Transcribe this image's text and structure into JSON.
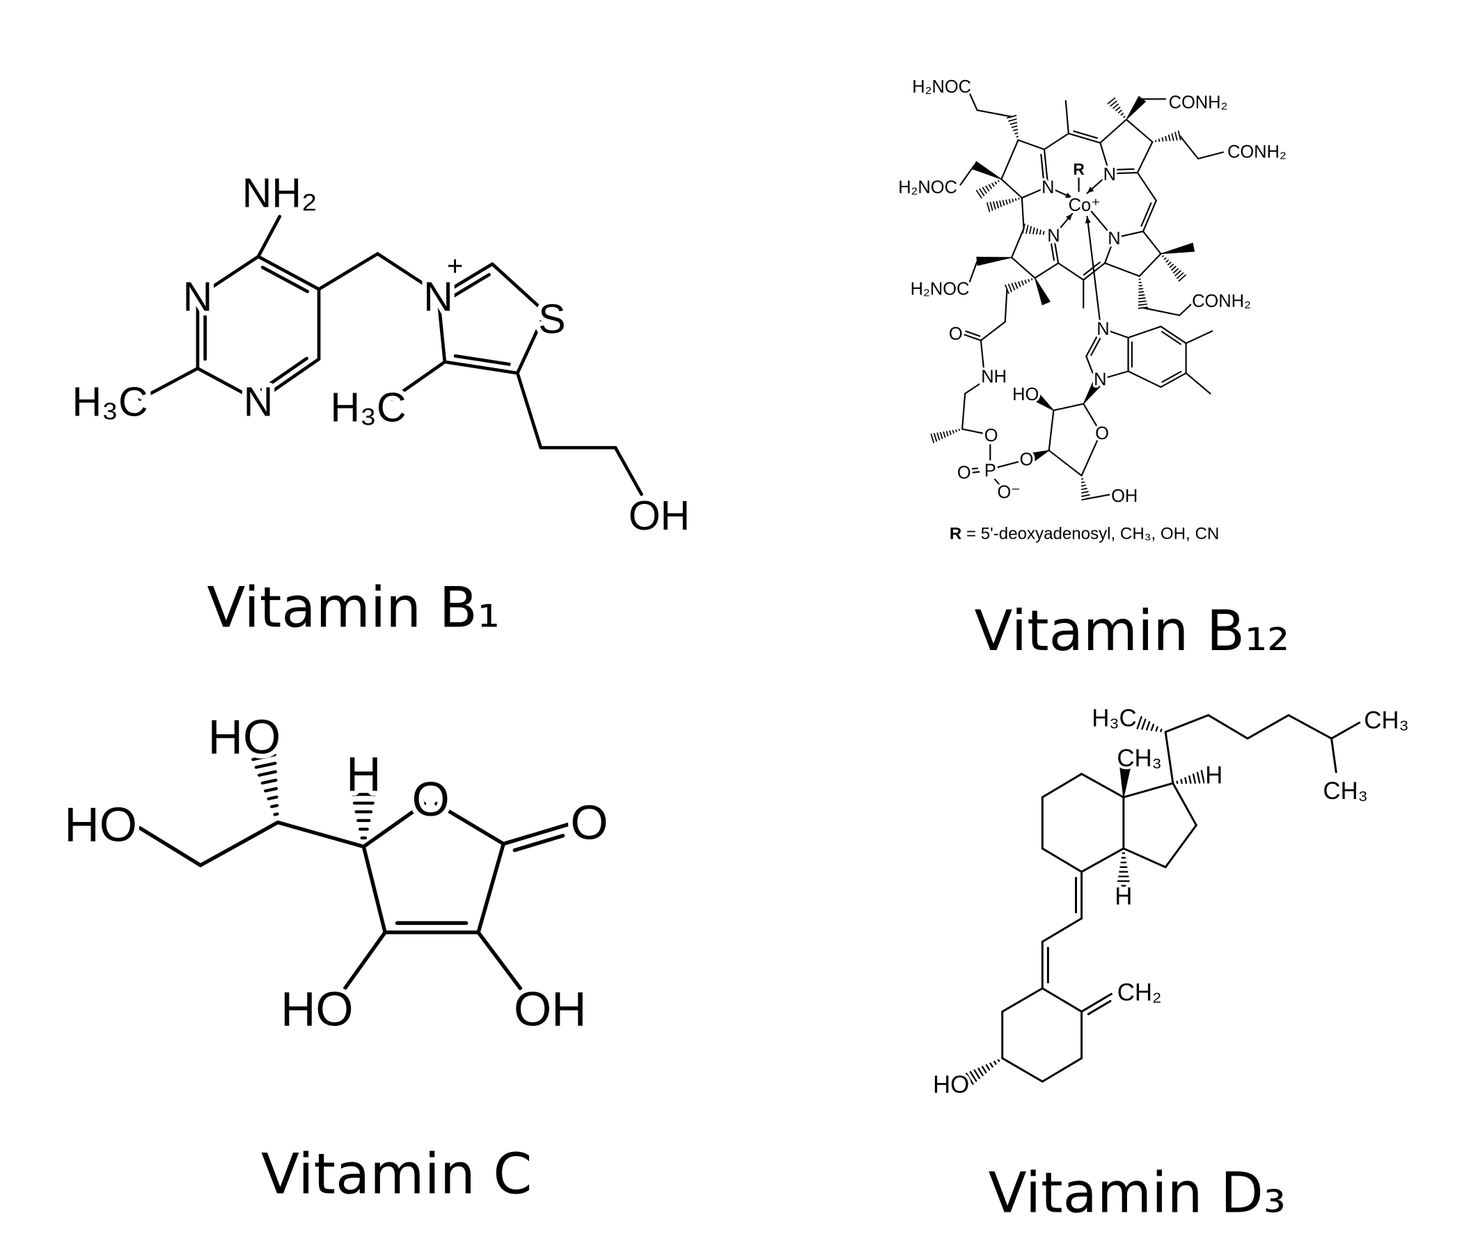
{
  "titles": {
    "b1": "Vitamin B₁",
    "b12": "Vitamin B₁₂",
    "c": "Vitamin C",
    "d3": "Vitamin D₃"
  },
  "b1": {
    "nh2": "NH₂",
    "n3": "N",
    "n1": "N",
    "ch3a": "H₃C",
    "nplus": "N",
    "plus": "+",
    "s": "S",
    "ch3b": "H₃C",
    "oh": "OH"
  },
  "c": {
    "ho1": "HO",
    "ho2": "HO",
    "h": "H",
    "o_ring": "O",
    "o_keto": "O",
    "ho3": "HO",
    "oh": "OH"
  },
  "b12": {
    "a1": "H₂NOC",
    "a2": "CONH₂",
    "a3": "CONH₂",
    "a4": "H₂NOC",
    "r": "R",
    "n1": "N",
    "n2": "N",
    "co": "Co⁺",
    "n3": "N",
    "n4": "N",
    "a5": "H₂NOC",
    "a6": "CONH₂",
    "o1": "O",
    "nh": "NH",
    "ho": "HO",
    "n5": "N",
    "n6": "N",
    "o_ring": "O",
    "o2": "O",
    "o3": "O",
    "o4": "O",
    "p": "P",
    "ominus": "O⁻",
    "oh": "OH",
    "caption_r": "R",
    "caption_rest": " = 5'-deoxyadenosyl, CH₃, OH, CN"
  },
  "d3": {
    "h3c": "H₃C",
    "ch3a": "CH₃",
    "ch3b": "CH₃",
    "h1": "H",
    "ch3c": "CH₃",
    "h2": "H",
    "ch2": "CH₂",
    "ho": "HO"
  }
}
